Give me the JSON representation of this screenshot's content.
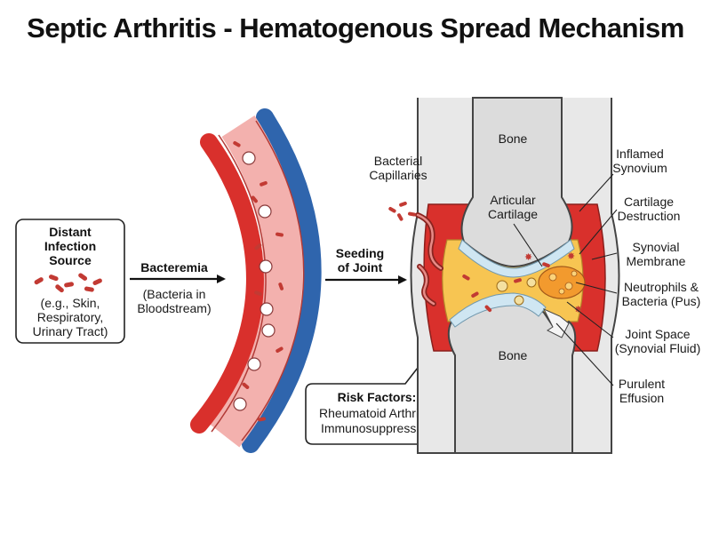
{
  "title": "Septic Arthritis - Hematogenous Spread Mechanism",
  "source_box": {
    "heading_line1": "Distant",
    "heading_line2": "Infection",
    "heading_line3": "Source",
    "detail_line1": "(e.g., Skin,",
    "detail_line2": "Respiratory,",
    "detail_line3": "Urinary Tract)"
  },
  "bacteremia": {
    "heading": "Bacteremia",
    "detail_line1": "(Bacteria in",
    "detail_line2": "Bloodstream)"
  },
  "seeding": {
    "line1": "Seeding",
    "line2": "of Joint"
  },
  "risk_box": {
    "heading": "Risk Factors:",
    "line1": "Rheumatoid Arthritis,",
    "line2": "Immunosuppression"
  },
  "joint_labels": {
    "bone_top": "Bone",
    "bone_bottom": "Bone",
    "capillaries_line1": "Bacterial",
    "capillaries_line2": "Capillaries",
    "cartilage_line1": "Articular",
    "cartilage_line2": "Cartilage",
    "inflamed_line1": "Inflamed",
    "inflamed_line2": "Synovium",
    "destruction_line1": "Cartilage",
    "destruction_line2": "Destruction",
    "membrane_line1": "Synovial",
    "membrane_line2": "Membrane",
    "pus_line1": "Neutrophils &",
    "pus_line2": "Bacteria (Pus)",
    "space_line1": "Joint Space",
    "space_line2": "(Synovial Fluid)",
    "effusion_line1": "Purulent",
    "effusion_line2": "Effusion"
  },
  "colors": {
    "artery": "#d9302c",
    "vein": "#2f65ad",
    "vessel_lumen": "#f3b1ae",
    "bacteria": "#c23a33",
    "bone": "#dcdcdc",
    "cartilage": "#cfe6f2",
    "synovium": "#d9302c",
    "synovial_fluid": "#f7c552",
    "capsule": "#e8e8e8"
  }
}
